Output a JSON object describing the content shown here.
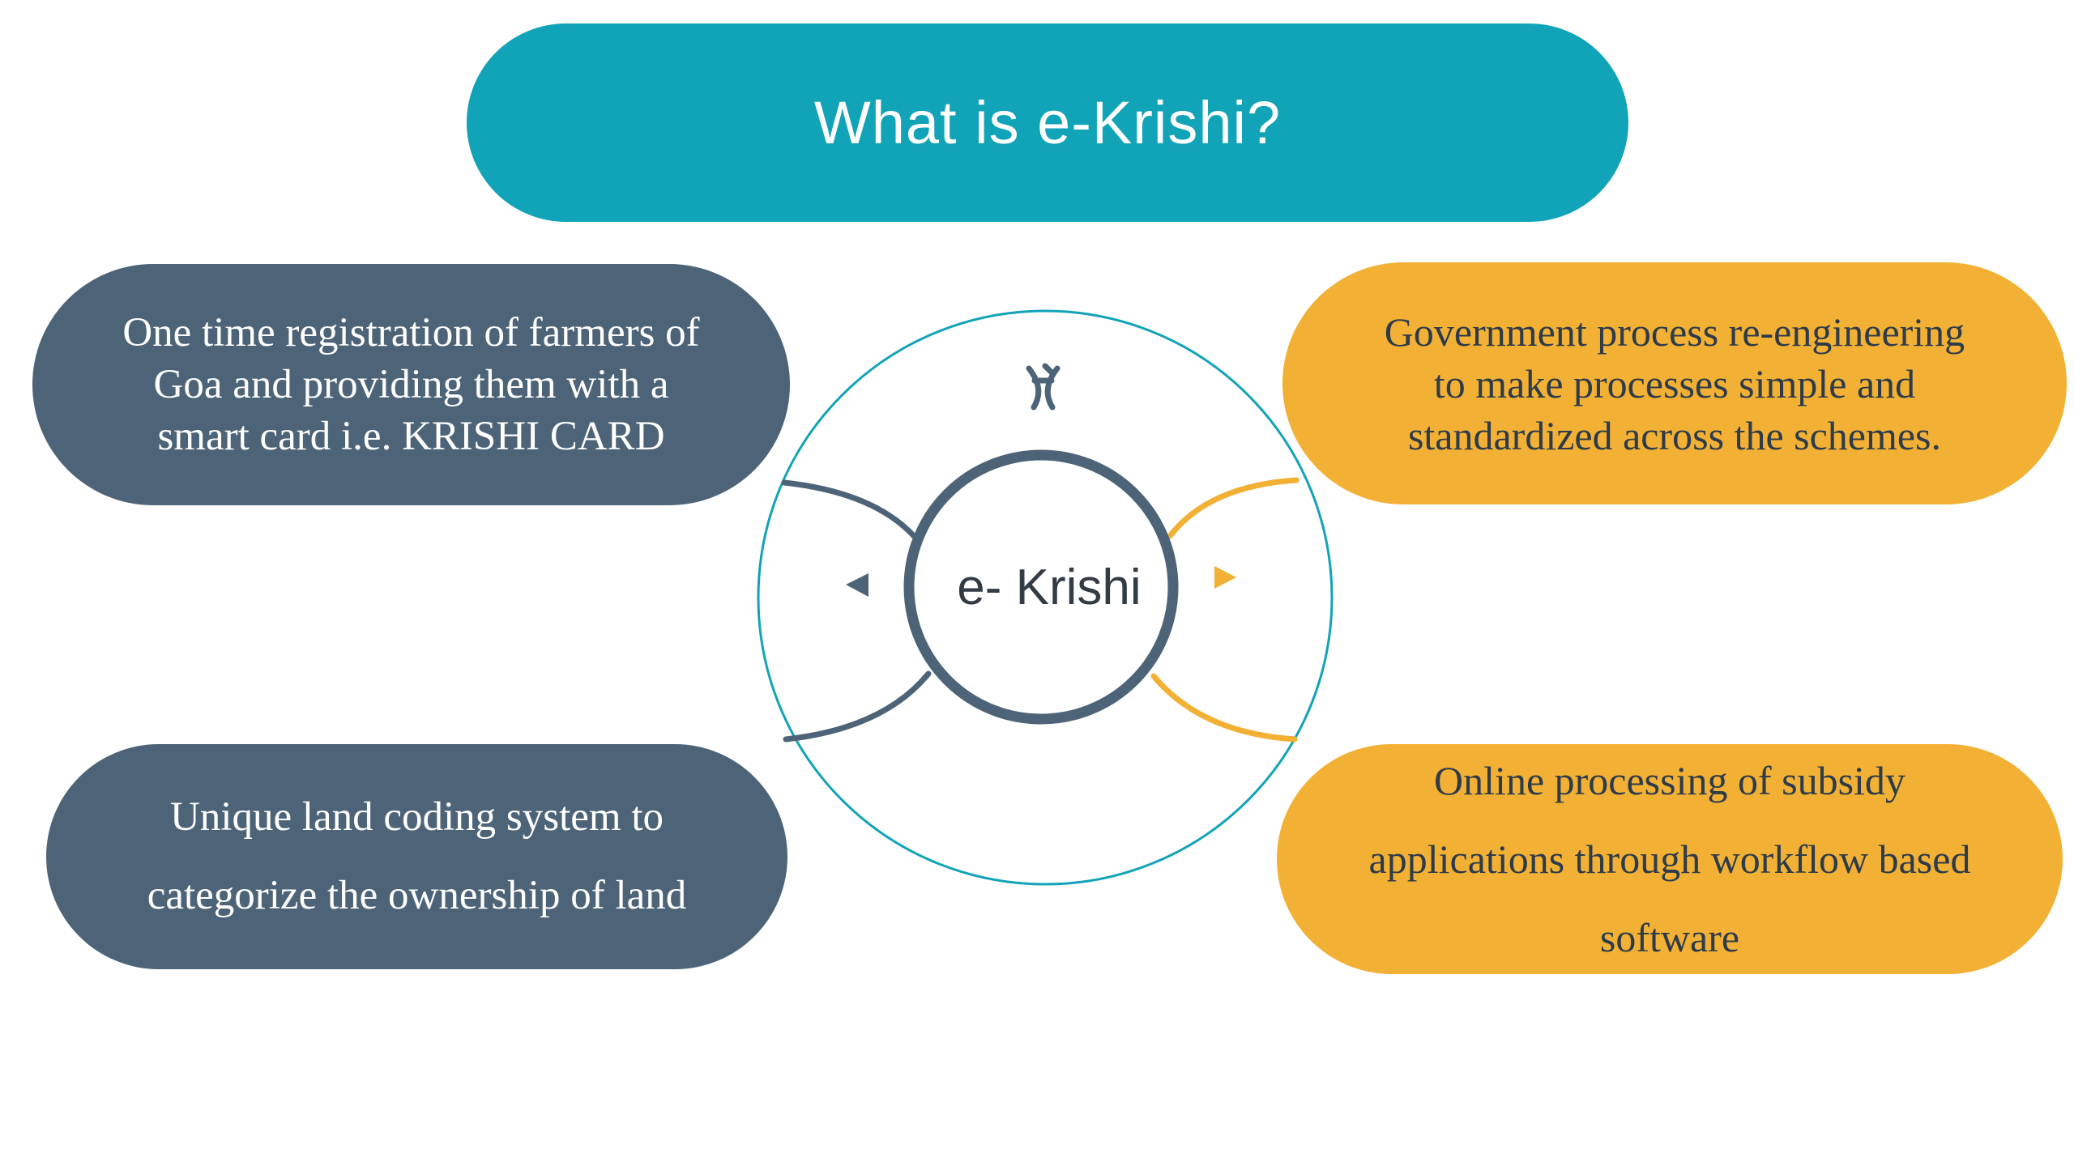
{
  "title": "What is e-Krishi?",
  "hub": {
    "label": "e- Krishi",
    "top_icon": "dna-helix-icon",
    "left_marker": "triangle-left-icon",
    "right_marker": "triangle-right-icon"
  },
  "cards": [
    {
      "text": "One time registration of farmers of\nGoa and providing them with a\nsmart card i.e. KRISHI  CARD",
      "color": "#4d6478"
    },
    {
      "text": "Unique land coding system to\ncategorize the ownership of land",
      "color": "#4d6478"
    },
    {
      "text": "Government process re-engineering\nto make processes simple and\nstandardized across the schemes.",
      "color": "#f2b134"
    },
    {
      "text": "Online processing of subsidy\napplications through workflow based\nsoftware",
      "color": "#f2b134"
    }
  ],
  "colors": {
    "title_bg": "#11a3b7",
    "outer_ring": "#11a3b7",
    "inner_ring": "#4d6478",
    "slate": "#4d6478",
    "amber": "#f2b134"
  }
}
